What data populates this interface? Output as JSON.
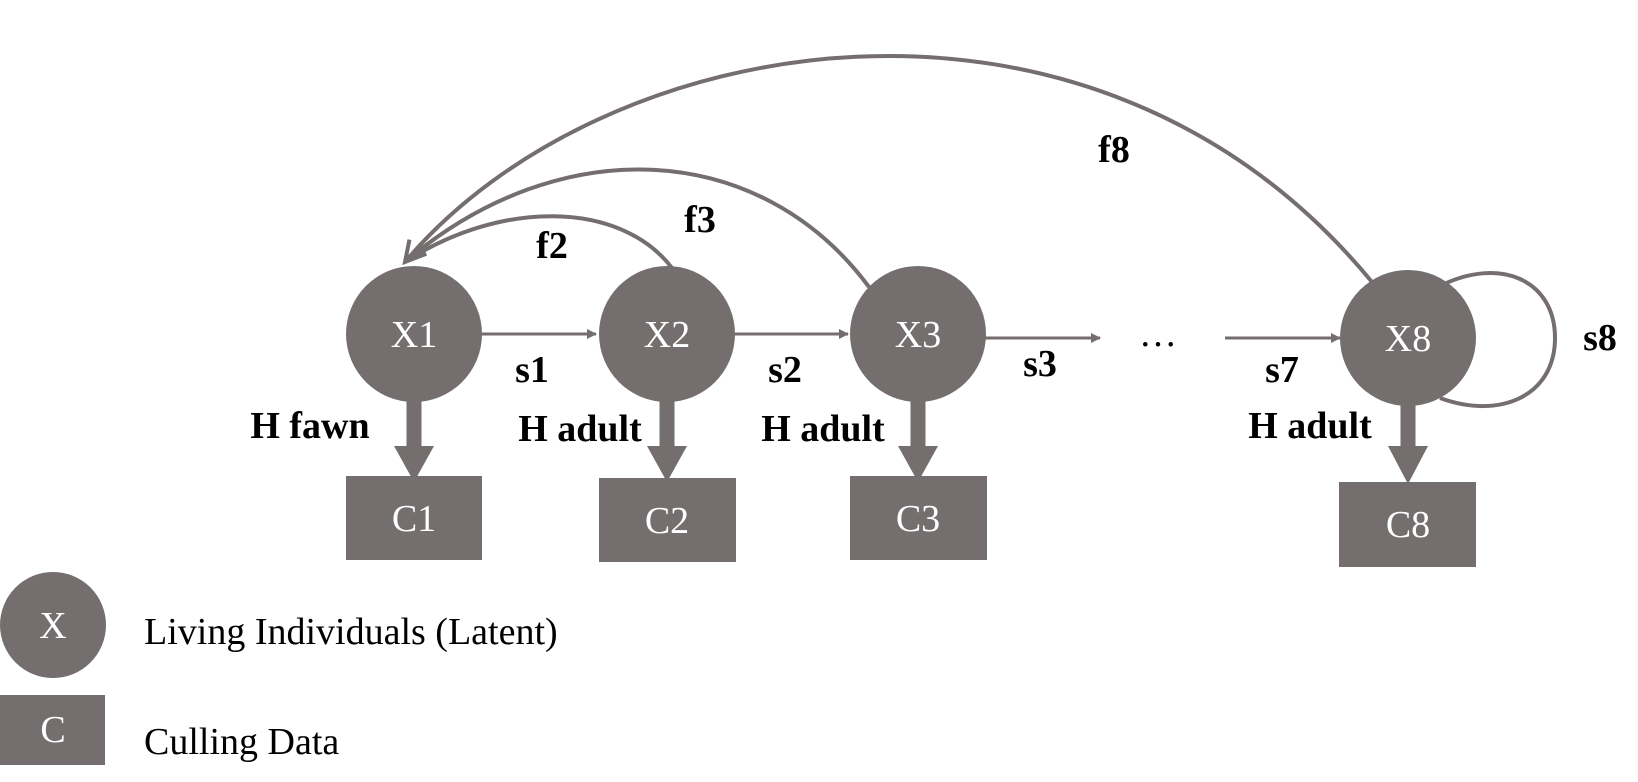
{
  "nodes": {
    "x1": "X1",
    "x2": "X2",
    "x3": "X3",
    "x8": "X8",
    "c1": "C1",
    "c2": "C2",
    "c3": "C3",
    "c8": "C8"
  },
  "survival": {
    "s1": "s1",
    "s2": "s2",
    "s3": "s3",
    "s7": "s7",
    "s8": "s8"
  },
  "fecundity": {
    "f2": "f2",
    "f3": "f3",
    "f8": "f8"
  },
  "harvest": {
    "h1": "H fawn",
    "h2": "H adult",
    "h3": "H adult",
    "h8": "H adult"
  },
  "ellipsis": "…",
  "legend": {
    "circle_symbol": "X",
    "circle_label": "Living Individuals (Latent)",
    "square_symbol": "C",
    "square_label": "Culling Data"
  },
  "colors": {
    "node": "#756e6e",
    "text_on_node": "#ffffff",
    "label": "#000000"
  }
}
